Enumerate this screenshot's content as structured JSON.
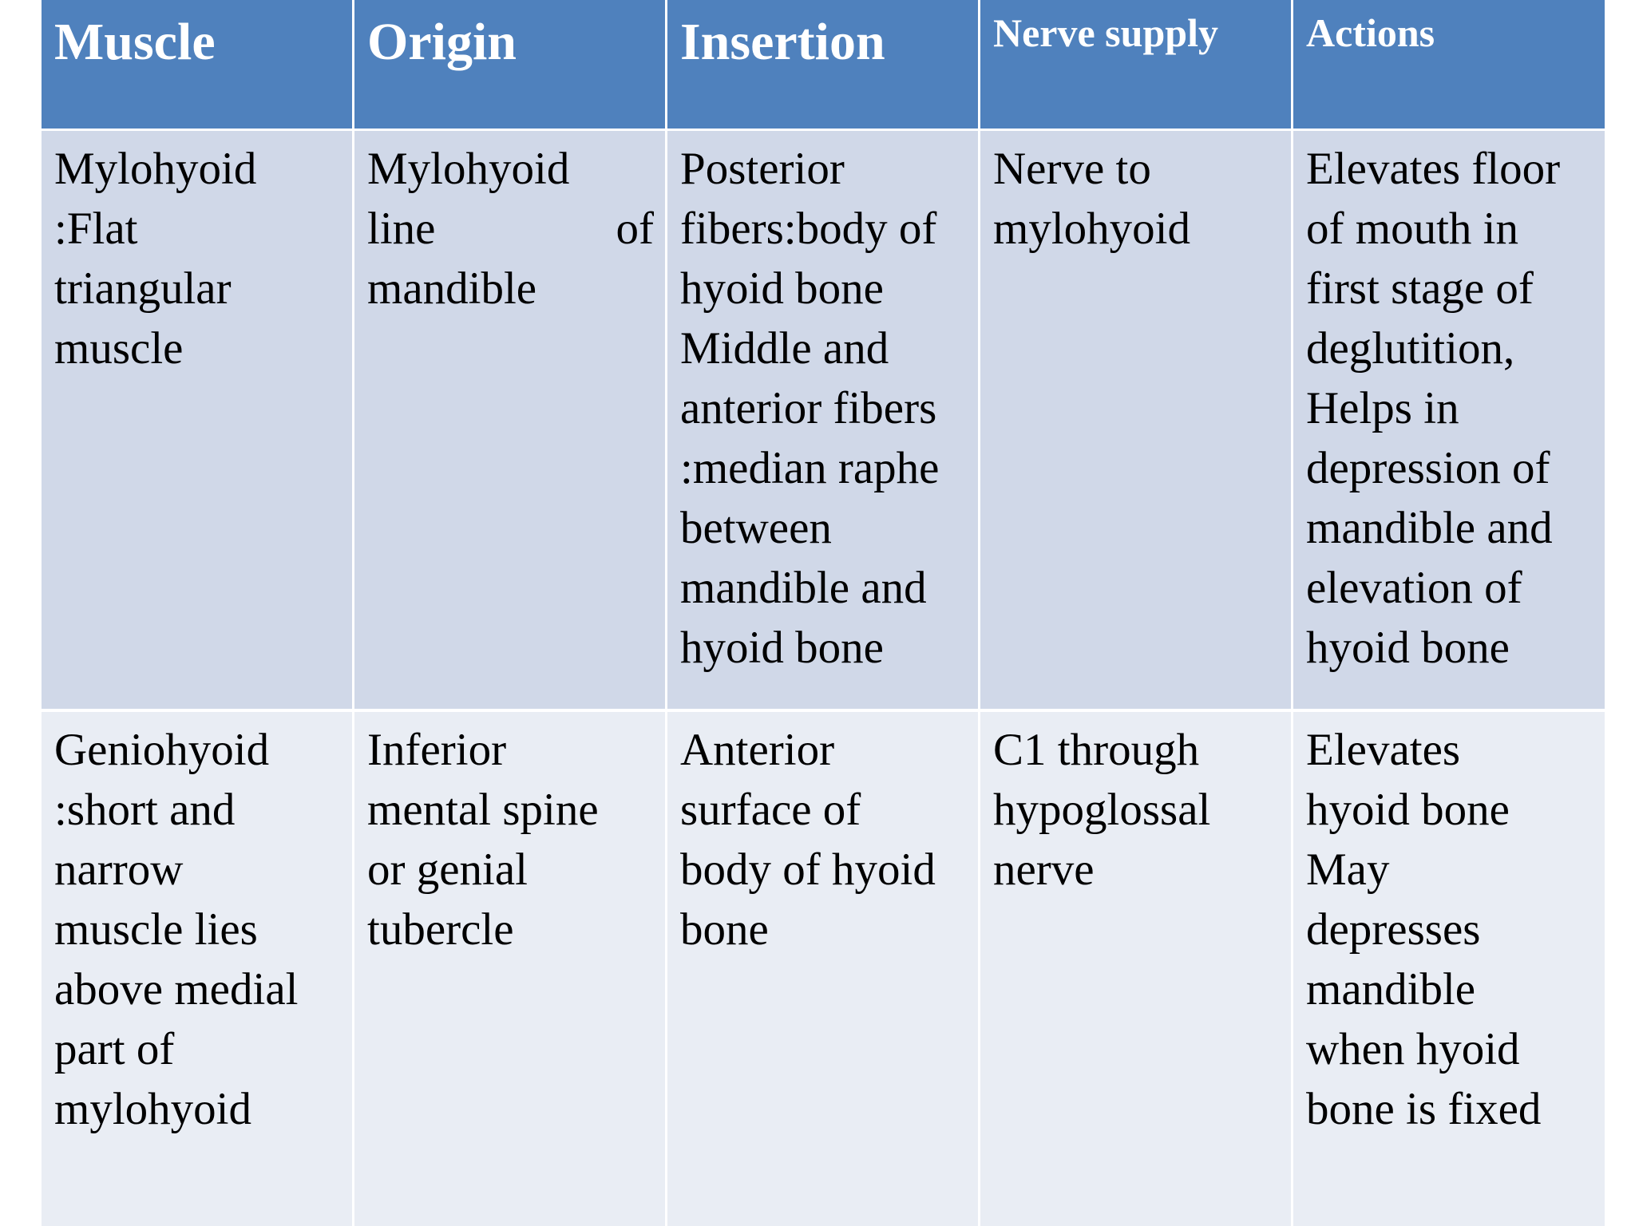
{
  "table": {
    "headers": [
      "Muscle",
      "Origin",
      "Insertion",
      "Nerve supply",
      "Actions"
    ],
    "rows": [
      {
        "muscle": "Mylohyoid\n:Flat\ntriangular\nmuscle",
        "origin_line1_word1": "Mylohyoid",
        "origin_line2_left": "line",
        "origin_line2_right": "of",
        "origin_line3": "mandible",
        "insertion": "Posterior\nfibers:body of\nhyoid bone\nMiddle and\nanterior fibers\n:median raphe\nbetween\nmandible and\nhyoid bone",
        "nerve": "Nerve to\nmylohyoid",
        "actions": "Elevates floor\nof mouth in\nfirst stage of\ndeglutition,\nHelps in\ndepression of\nmandible and\nelevation of\nhyoid bone"
      },
      {
        "muscle": "Geniohyoid\n:short and\nnarrow\nmuscle lies\nabove medial\npart of\nmylohyoid",
        "origin": "Inferior\nmental spine\nor genial\ntubercle",
        "insertion": "Anterior\nsurface of\nbody of hyoid\nbone",
        "nerve": "C1 through\nhypoglossal\nnerve",
        "actions": "Elevates\nhyoid bone\nMay\ndepresses\nmandible\nwhen hyoid\nbone is fixed"
      }
    ]
  },
  "colors": {
    "header_bg": "#4f81bd",
    "row1_bg": "#d0d8e8",
    "row2_bg": "#e9edf4"
  }
}
